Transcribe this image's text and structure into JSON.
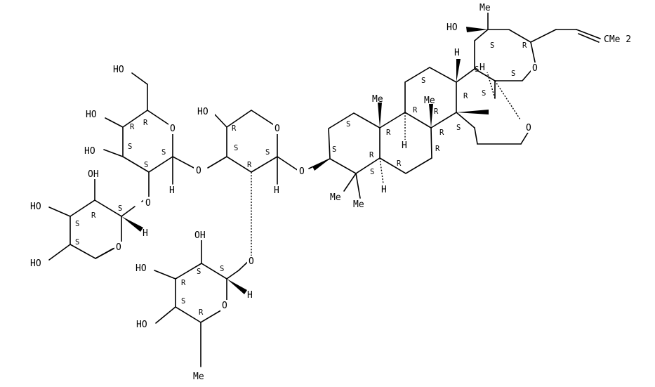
{
  "atom_labels": [
    {
      "id": "me-top",
      "text": "Me"
    },
    {
      "id": "ho-top",
      "text": "HO"
    },
    {
      "id": "cme2",
      "text": "CMe 2"
    },
    {
      "id": "o-ring-e",
      "text": "O"
    },
    {
      "id": "h-c17",
      "text": "H"
    },
    {
      "id": "h-c13",
      "text": "H"
    },
    {
      "id": "o-bridge",
      "text": "O"
    },
    {
      "id": "me-c10",
      "text": "Me"
    },
    {
      "id": "me-c8",
      "text": "Me"
    },
    {
      "id": "h-c9",
      "text": "H"
    },
    {
      "id": "h-c5",
      "text": "H"
    },
    {
      "id": "me-c4a",
      "text": "Me"
    },
    {
      "id": "me-c4b",
      "text": "Me"
    },
    {
      "id": "o-c3",
      "text": "O"
    },
    {
      "id": "ho-ara",
      "text": "HO"
    },
    {
      "id": "o-ara-ring",
      "text": "O"
    },
    {
      "id": "h-ara-c1",
      "text": "H"
    },
    {
      "id": "o-ara-glc",
      "text": "O"
    },
    {
      "id": "o-ara-rha",
      "text": "O"
    },
    {
      "id": "ho-glc-c6",
      "text": "HO"
    },
    {
      "id": "ho-glc-c4",
      "text": "HO"
    },
    {
      "id": "ho-glc-c3",
      "text": "HO"
    },
    {
      "id": "o-glc-ring",
      "text": "O"
    },
    {
      "id": "h-glc-c1",
      "text": "H"
    },
    {
      "id": "o-glc-xyl",
      "text": "O"
    },
    {
      "id": "ho-xyl-c2",
      "text": "OH"
    },
    {
      "id": "ho-xyl-c3",
      "text": "HO"
    },
    {
      "id": "ho-xyl-c4",
      "text": "HO"
    },
    {
      "id": "o-xyl-ring",
      "text": "O"
    },
    {
      "id": "h-xyl-c1",
      "text": "H"
    },
    {
      "id": "ho-rha-c2",
      "text": "OH"
    },
    {
      "id": "ho-rha-c3",
      "text": "HO"
    },
    {
      "id": "ho-rha-c4",
      "text": "HO"
    },
    {
      "id": "o-rha-ring",
      "text": "O"
    },
    {
      "id": "h-rha-c1",
      "text": "H"
    },
    {
      "id": "me-rha",
      "text": "Me"
    }
  ],
  "stereo_labels": [
    "S",
    "R",
    "R",
    "S",
    "S",
    "R",
    "R",
    "S",
    "R",
    "R",
    "S",
    "R",
    "S",
    "R",
    "R",
    "S",
    "S",
    "S",
    "R",
    "S",
    "R",
    "S",
    "S",
    "R",
    "S",
    "S",
    "S",
    "S",
    "R",
    "S",
    "R",
    "S",
    "S",
    "R",
    "R",
    "S"
  ]
}
